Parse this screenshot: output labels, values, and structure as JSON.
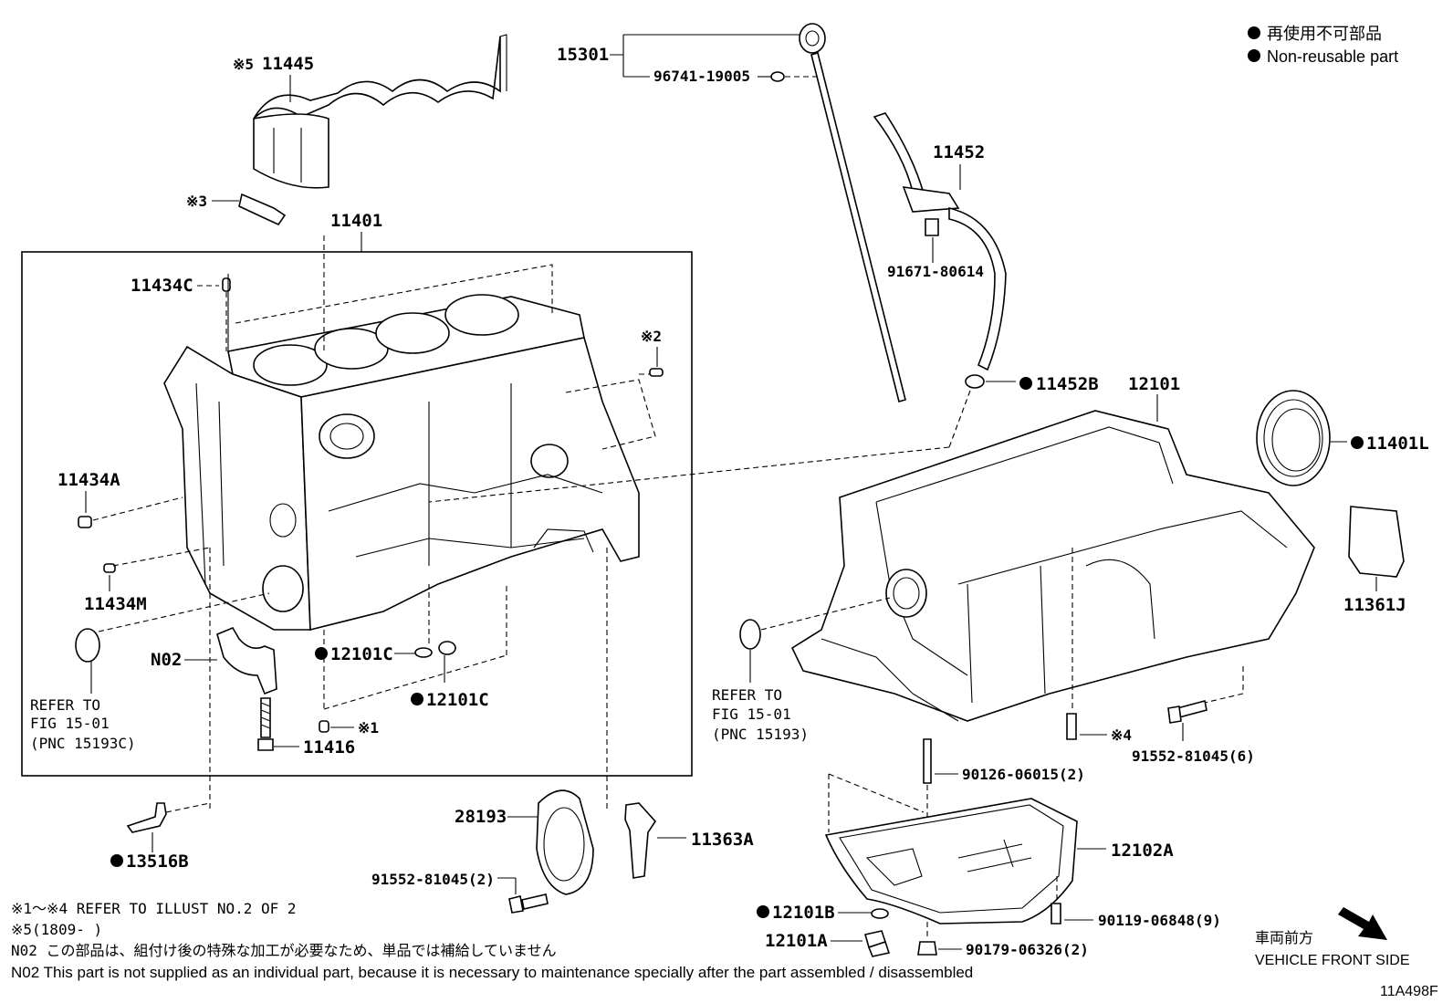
{
  "legend": {
    "jp": "再使用不可部品",
    "en": "Non-reusable part"
  },
  "parts": {
    "p11445": "11445",
    "p11445_mark": "※5",
    "p3_mark": "※3",
    "p11401": "11401",
    "p11434C": "11434C",
    "p2_mark": "※2",
    "p11434A": "11434A",
    "p11434M": "11434M",
    "pN02": "N02",
    "p12101C_a": "12101C",
    "p12101C_b": "12101C",
    "p1_mark": "※1",
    "p11416": "11416",
    "p13516B": "13516B",
    "p15301": "15301",
    "p96741": "96741-19005",
    "p11452": "11452",
    "p91671": "91671-80614",
    "p11452B": "11452B",
    "p12101": "12101",
    "p11401L": "11401L",
    "p11361J": "11361J",
    "p4_mark": "※4",
    "p91552_6": "91552-81045(6)",
    "p90126": "90126-06015(2)",
    "p12102A": "12102A",
    "p90119": "90119-06848(9)",
    "p90179": "90179-06326(2)",
    "p12101B": "12101B",
    "p12101A": "12101A",
    "p28193": "28193",
    "p91552_2": "91552-81045(2)",
    "p11363A": "11363A"
  },
  "refer_left": {
    "line1": "REFER TO",
    "line2": "FIG 15-01",
    "line3": "(PNC 15193C)"
  },
  "refer_right": {
    "line1": "REFER TO",
    "line2": "FIG 15-01",
    "line3": "(PNC 15193)"
  },
  "notes": {
    "n1": "※1～※4 REFER TO ILLUST NO.2 OF 2",
    "n2": "※5(1809-     )",
    "n3": "N02  この部品は、組付け後の特殊な加工が必要なため、単品では補給していません",
    "n4": "N02  This part is not supplied as an individual part, because it is necessary to maintenance specially after the part assembled / disassembled"
  },
  "direction": {
    "jp": "車両前方",
    "en": "VEHICLE FRONT SIDE"
  },
  "illust_id": "11A498F"
}
